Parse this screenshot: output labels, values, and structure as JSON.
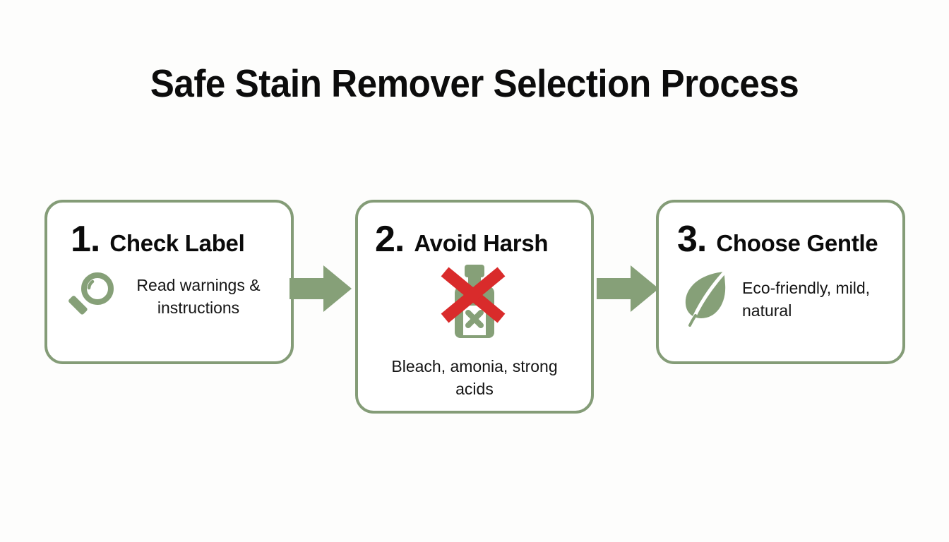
{
  "page": {
    "title": "Safe Stain Remover Selection Process",
    "background_color": "#fdfdfc",
    "accent_color": "#849c77",
    "warning_color": "#d92b2b",
    "text_color": "#0b0b0b"
  },
  "steps": [
    {
      "number": "1.",
      "title": "Check Label",
      "description": "Read warnings & instructions",
      "icon": "magnifying-glass-icon"
    },
    {
      "number": "2.",
      "title": "Avoid Harsh",
      "description": "Bleach, amonia, strong acids",
      "icon": "no-chemical-bottle-icon"
    },
    {
      "number": "3.",
      "title": "Choose Gentle",
      "description": "Eco-friendly, mild, natural",
      "icon": "leaf-icon"
    }
  ],
  "connectors": [
    {
      "name": "arrow-step1-to-step2",
      "direction": "right"
    },
    {
      "name": "arrow-step2-to-step3",
      "direction": "right"
    }
  ]
}
